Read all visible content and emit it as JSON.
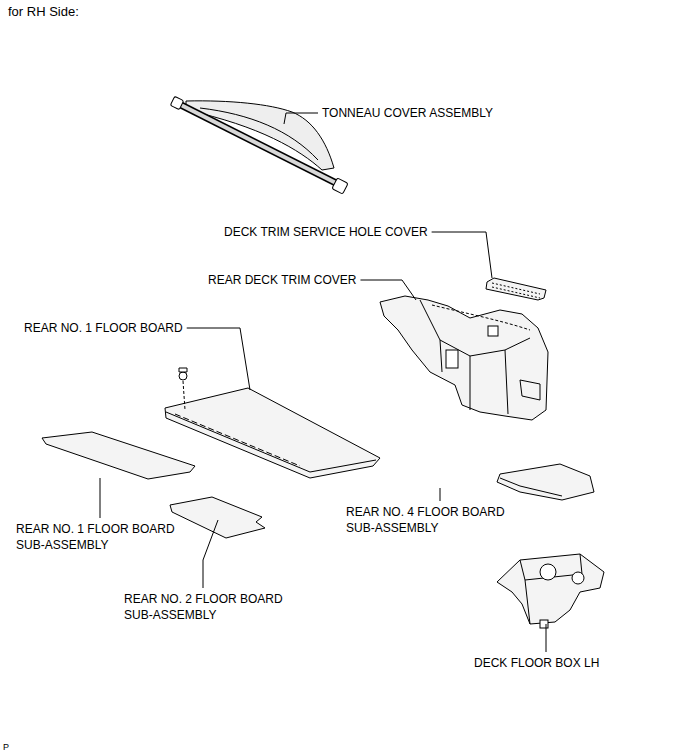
{
  "diagram": {
    "title": "for RH Side:",
    "labels": [
      "TONNEAU COVER ASSEMBLY",
      "DECK TRIM SERVICE HOLE COVER",
      "REAR DECK TRIM COVER",
      "REAR NO. 1 FLOOR BOARD",
      "REAR NO. 1 FLOOR BOARD SUB-ASSEMBLY",
      "REAR NO. 2 FLOOR BOARD SUB-ASSEMBLY",
      "REAR NO. 4 FLOOR BOARD SUB-ASSEMBLY",
      "DECK FLOOR BOX LH",
      "P"
    ]
  }
}
